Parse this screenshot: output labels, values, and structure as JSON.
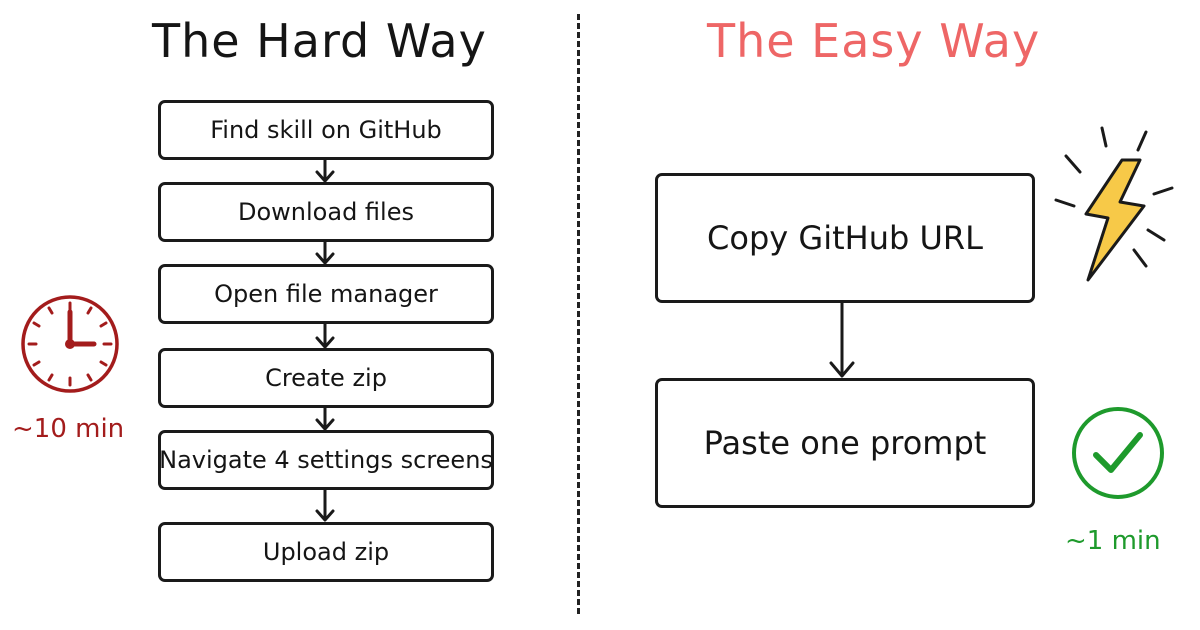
{
  "hard_way": {
    "title": "The Hard Way",
    "steps": [
      "Find skill on GitHub",
      "Download files",
      "Open file manager",
      "Create zip",
      "Navigate 4 settings screens",
      "Upload zip"
    ],
    "time": "~10 min",
    "icon": "clock-icon",
    "accent_color": "#a31c1c"
  },
  "easy_way": {
    "title": "The Easy Way",
    "title_color": "#ee6666",
    "steps": [
      "Copy GitHub URL",
      "Paste one prompt"
    ],
    "time": "~1 min",
    "icons": [
      "lightning-icon",
      "checkmark-icon"
    ],
    "accent_color": "#1e9a2c",
    "lightning_color": "#f7c948"
  }
}
